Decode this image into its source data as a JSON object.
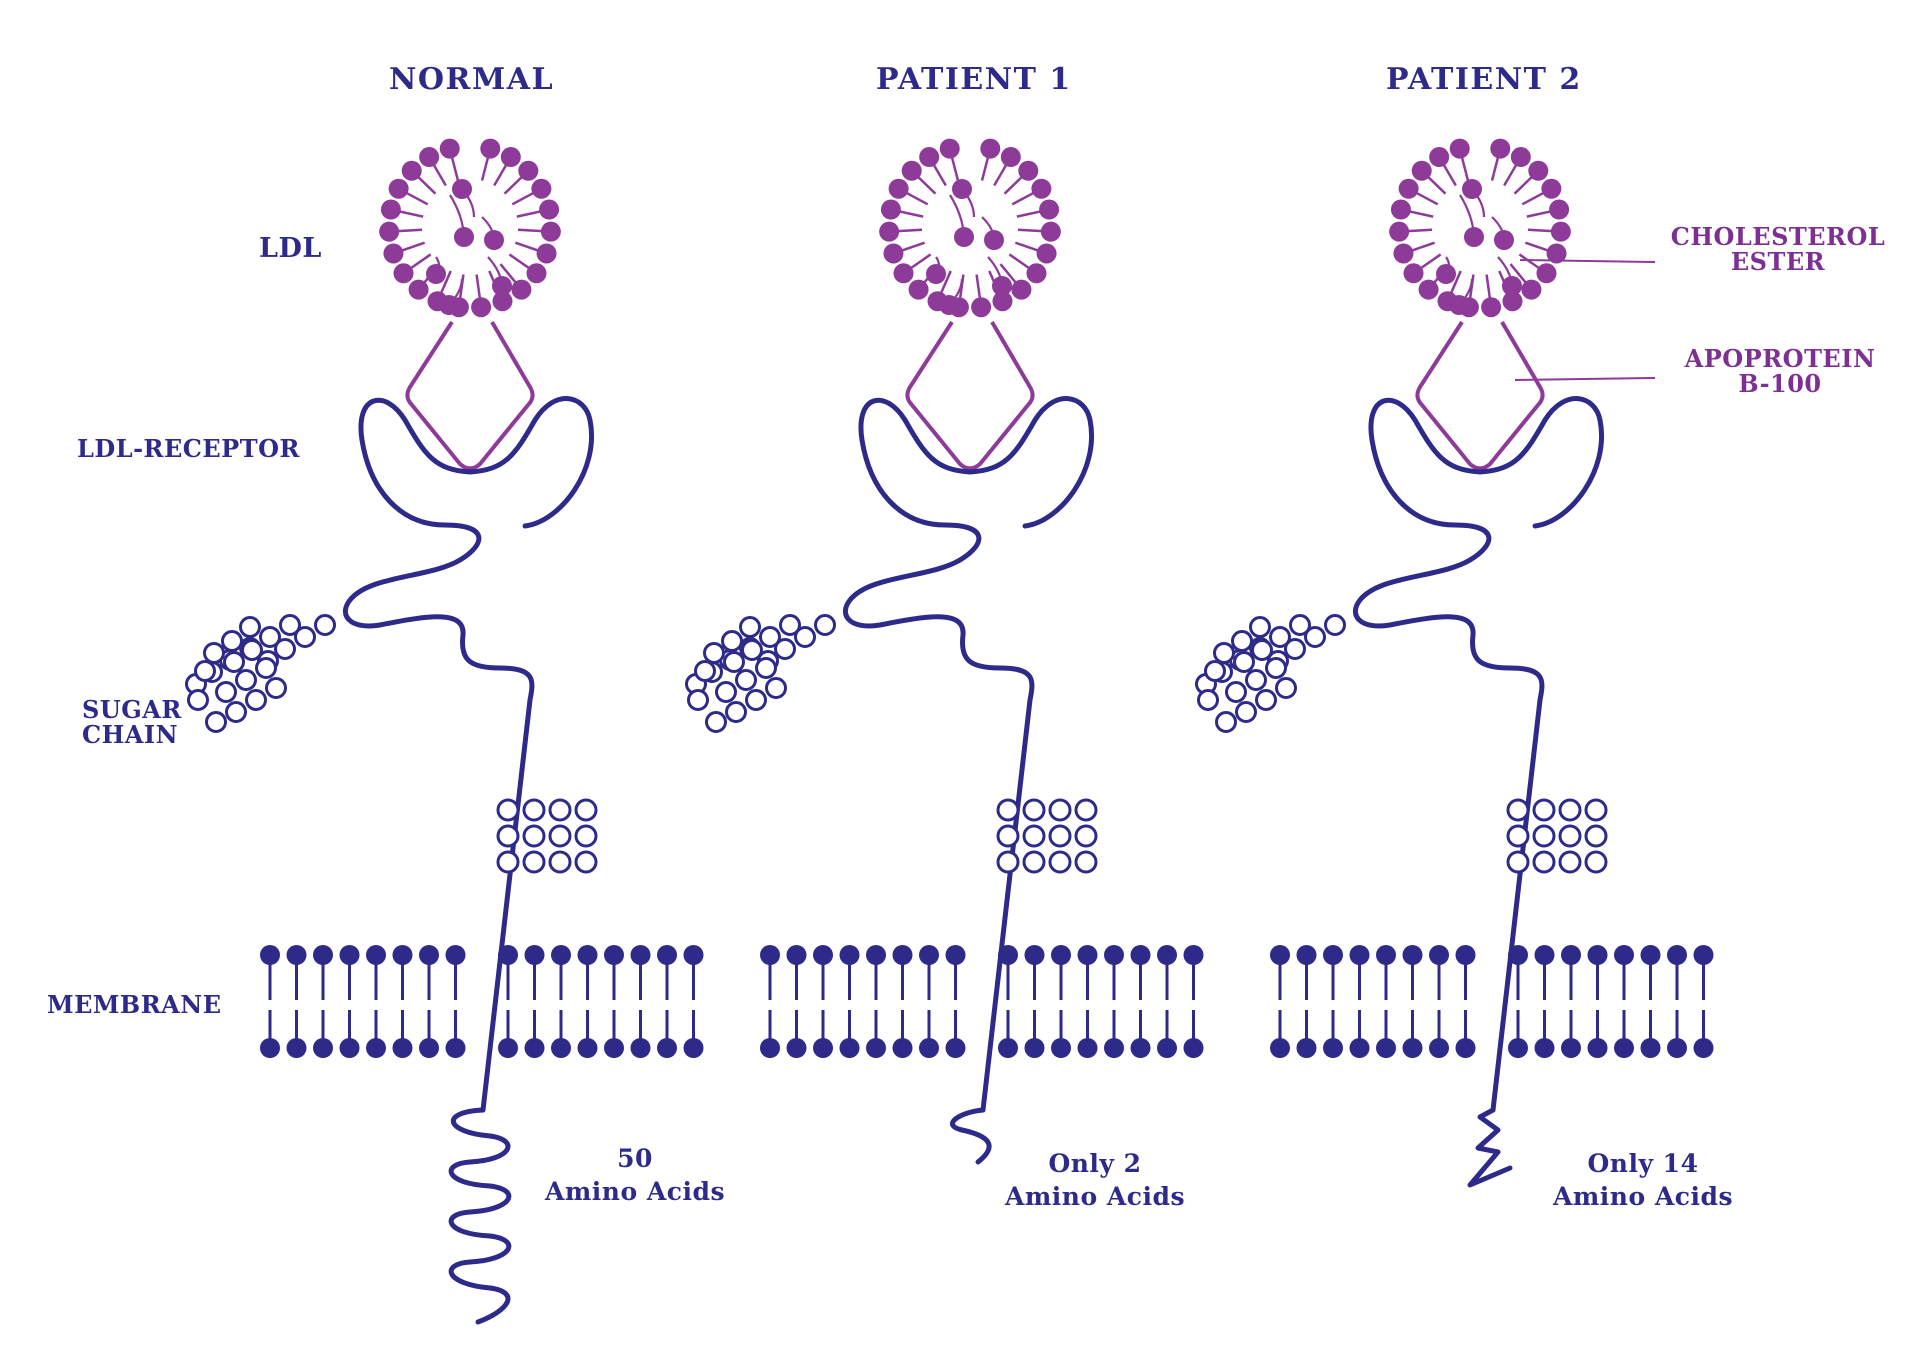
{
  "columns": [
    {
      "title": "NORMAL",
      "tail_label": [
        "50",
        "Amino Acids"
      ]
    },
    {
      "title": "PATIENT 1",
      "tail_label": [
        "Only 2",
        "Amino Acids"
      ]
    },
    {
      "title": "PATIENT 2",
      "tail_label": [
        "Only 14",
        "Amino Acids"
      ]
    }
  ],
  "left_labels": {
    "ldl": "LDL",
    "receptor": "LDL-RECEPTOR",
    "sugar": [
      "SUGAR",
      "CHAIN"
    ],
    "membrane": "MEMBRANE"
  },
  "right_labels": {
    "cholesterol": [
      "CHOLESTEROL",
      "ESTER"
    ],
    "apoprotein": [
      "APOPROTEIN",
      "B-100"
    ]
  },
  "colors": {
    "receptor": "#2e2a8a",
    "ldl": "#8e3a99",
    "background": "#ffffff"
  }
}
